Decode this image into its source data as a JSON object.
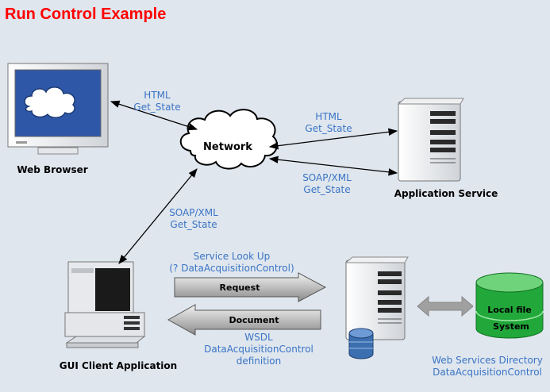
{
  "title": "Run Control Example",
  "nodes": {
    "web_browser": "Web Browser",
    "network": "Network",
    "application_service": "Application Service",
    "gui_client": "GUI Client Application",
    "local_file_line1": "Local file",
    "local_file_line2": "System",
    "wsd_line1": "Web Services Directory",
    "wsd_line2": "DataAcquisitionControl"
  },
  "edges": {
    "browser_network_line1": "HTML",
    "browser_network_line2": "Get_State",
    "network_appservice_html_line1": "HTML",
    "network_appservice_html_line2": "Get_State",
    "network_appservice_soap_line1": "SOAP/XML",
    "network_appservice_soap_line2": "Get_State",
    "network_gui_line1": "SOAP/XML",
    "network_gui_line2": "Get_State",
    "lookup_line1": "Service Look Up",
    "lookup_line2": "(? DataAcquisitionControl)",
    "request": "Request",
    "document": "Document",
    "wsdl_line1": "WSDL",
    "wsdl_line2": "DataAcquisitionControl",
    "wsdl_line3": "definition"
  },
  "colors": {
    "background": "#dfe6ee",
    "title": "#ff0000",
    "edge_label": "#3a74c4",
    "database_green": "#22a83a",
    "database_blue": "#3b6fb0",
    "monitor_screen": "#2f57a8"
  }
}
